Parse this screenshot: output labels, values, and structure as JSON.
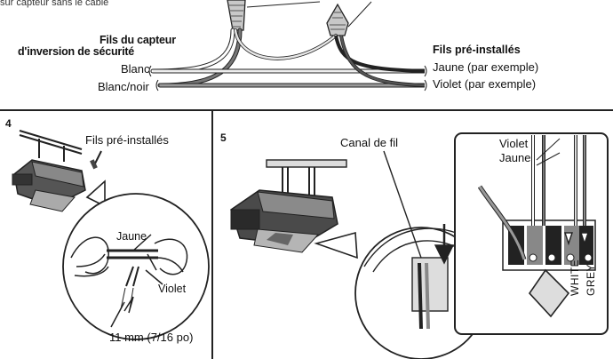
{
  "top": {
    "fragment": "sur capteur   sans   le   câble",
    "sensor_wires_title_line1": "Fils du capteur",
    "sensor_wires_title_line2": "d'inversion de sécurité",
    "sensor_wire_white": "Blanc",
    "sensor_wire_white_black": "Blanc/noir",
    "preinstalled_title": "Fils pré-installés",
    "preinstalled_yellow": "Jaune (par exemple)",
    "preinstalled_violet": "Violet (par exemple)"
  },
  "step4": {
    "number": "4",
    "preinstalled_label": "Fils pré-installés",
    "jaune_label": "Jaune",
    "violet_label": "Violet",
    "strip_length": "11 mm (7/16 po)"
  },
  "step5": {
    "number": "5",
    "channel_label": "Canal de fil",
    "violet_label": "Violet",
    "jaune_label": "Jaune",
    "terminal_white": "WHITE",
    "terminal_grey": "GREY"
  },
  "colors": {
    "line": "#222222",
    "background": "#ffffff",
    "gray_fill": "#9a9a9a",
    "dark_fill": "#3a3a3a"
  }
}
